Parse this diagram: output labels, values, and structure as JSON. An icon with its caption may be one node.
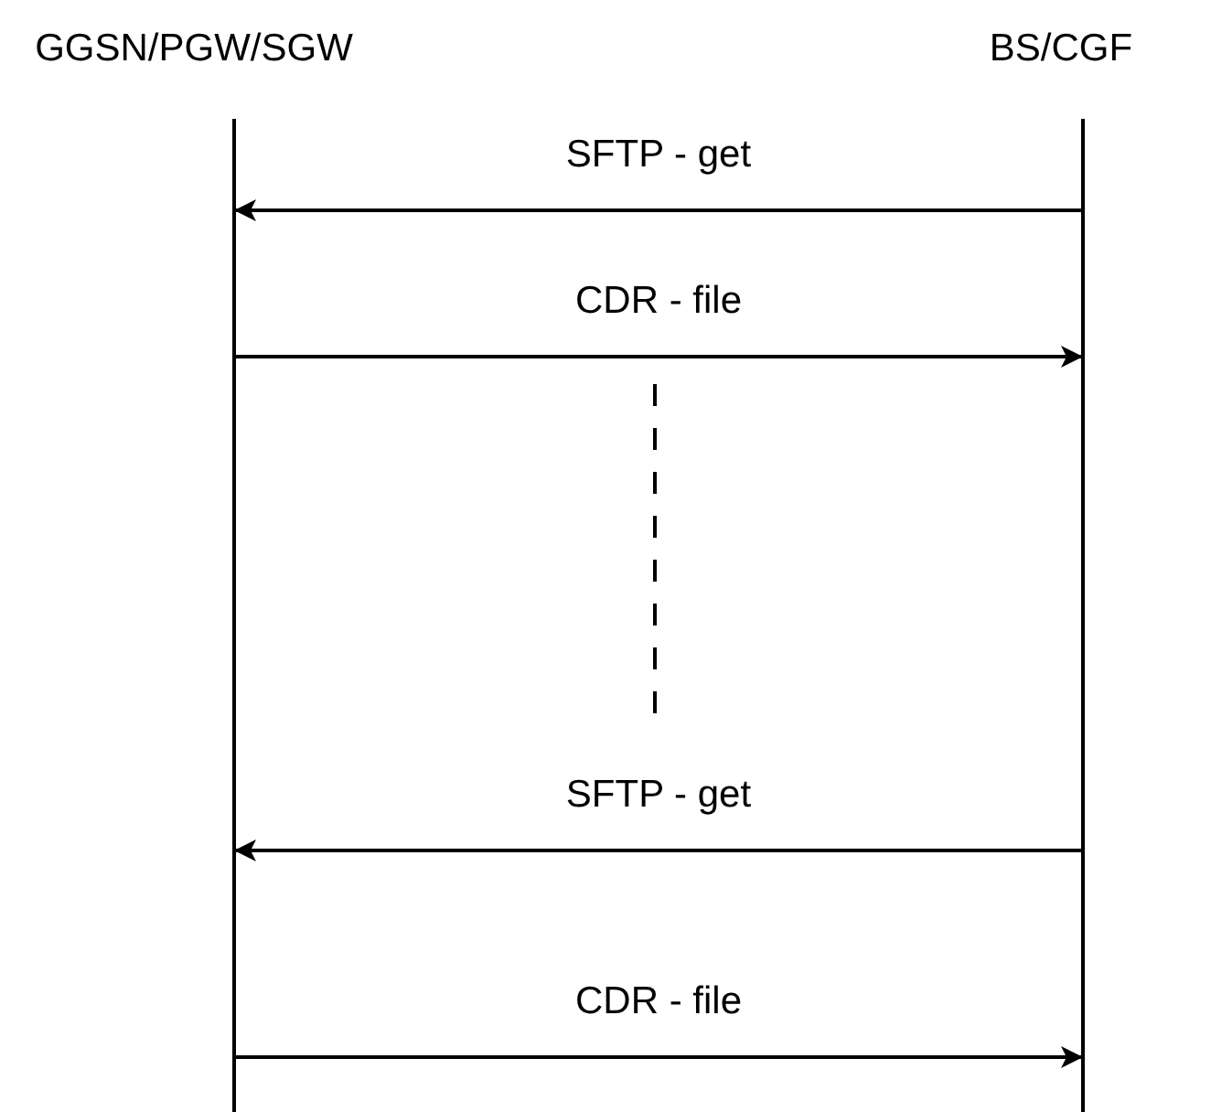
{
  "diagram": {
    "nodes": [
      {
        "text": [
          "GGSN/PGW/SGW"
        ]
      },
      {
        "text": [
          "BS/CGF"
        ]
      }
    ],
    "edges": [
      {
        "from": 1,
        "to": 0,
        "arrow": "to",
        "label": "SFTP - get"
      },
      {
        "from": 0,
        "to": 1,
        "arrow": "to",
        "label": "CDR - file"
      },
      {
        "from": 1,
        "to": 0,
        "arrow": "to",
        "label": "SFTP - get"
      },
      {
        "from": 0,
        "to": 1,
        "arrow": "to",
        "label": "CDR - file"
      }
    ]
  }
}
